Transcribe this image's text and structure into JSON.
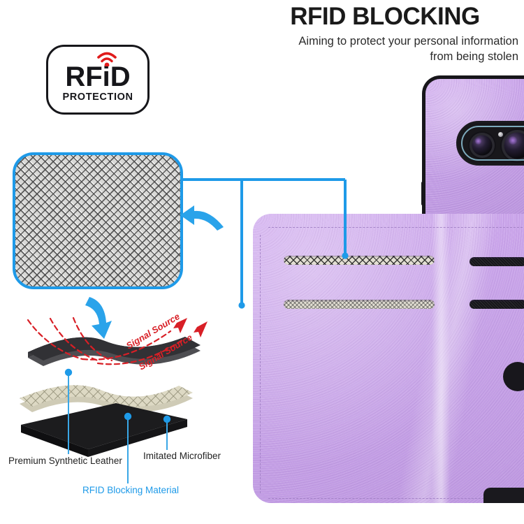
{
  "header": {
    "title": "RFID BLOCKING",
    "subtitle_line1": "Aiming to protect your personal information",
    "subtitle_line2": "from being stolen"
  },
  "badge": {
    "main_text": "RFiD",
    "sub_text": "PROTECTION",
    "signal_icon": "wifi-signal-icon",
    "border_color": "#16161a",
    "signal_color": "#e01b1b"
  },
  "mesh_swatch": {
    "name": "rfid-blocking-mesh-swatch",
    "border_color": "#1e9ae8",
    "fill_color": "#d8d8d6",
    "thread_color": "#464646"
  },
  "callout": {
    "accent_color": "#1e9ae8",
    "arrow_left_icon": "curved-arrow-left-icon",
    "arrow_down_icon": "curved-arrow-down-icon"
  },
  "layers_diagram": {
    "labels": [
      {
        "text": "Premium Synthetic Leather",
        "color": "#232323"
      },
      {
        "text": "RFID Blocking Material",
        "color": "#1e9ae8"
      },
      {
        "text": "Imitated Microfiber",
        "color": "#232323"
      }
    ],
    "signal_labels": [
      {
        "text": "Signal Source",
        "color": "#d81f26"
      },
      {
        "text": "Signal Source",
        "color": "#d81f26"
      }
    ],
    "layer_names": [
      "premium-synthetic-leather-layer",
      "rfid-blocking-material-layer",
      "imitated-microfiber-layer"
    ]
  },
  "product": {
    "case_color": "#c7a2e8",
    "phone_camera": "dual-lens-camera-bar",
    "card_slots_mesh": 2,
    "card_slots_dark": 2
  }
}
